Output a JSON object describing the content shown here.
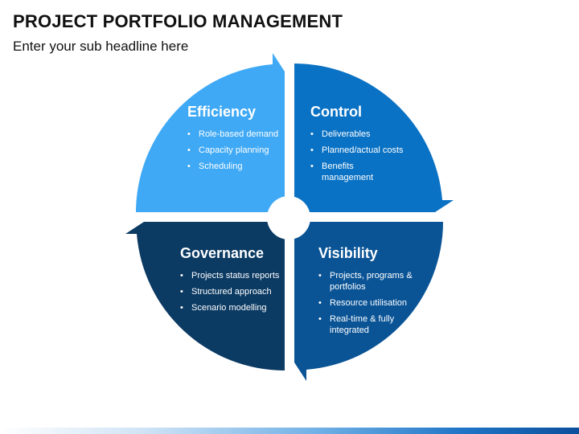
{
  "header": {
    "title": "PROJECT PORTFOLIO MANAGEMENT",
    "subtitle": "Enter your sub headline here"
  },
  "quadrants": {
    "top_left": {
      "title": "Efficiency",
      "color": "#3fa9f5",
      "items": [
        "Role-based demand",
        "Capacity planning",
        "Scheduling"
      ]
    },
    "top_right": {
      "title": "Control",
      "color": "#0a72c4",
      "items": [
        "Deliverables",
        "Planned/actual costs",
        "Benefits management"
      ]
    },
    "bottom_left": {
      "title": "Governance",
      "color": "#0b3a63",
      "items": [
        "Projects status reports",
        "Structured approach",
        "Scenario modelling"
      ]
    },
    "bottom_right": {
      "title": "Visibility",
      "color": "#0a5496",
      "items": [
        "Projects, programs & portfolios",
        "Resource utilisation",
        "Real-time & fully integrated"
      ]
    }
  }
}
